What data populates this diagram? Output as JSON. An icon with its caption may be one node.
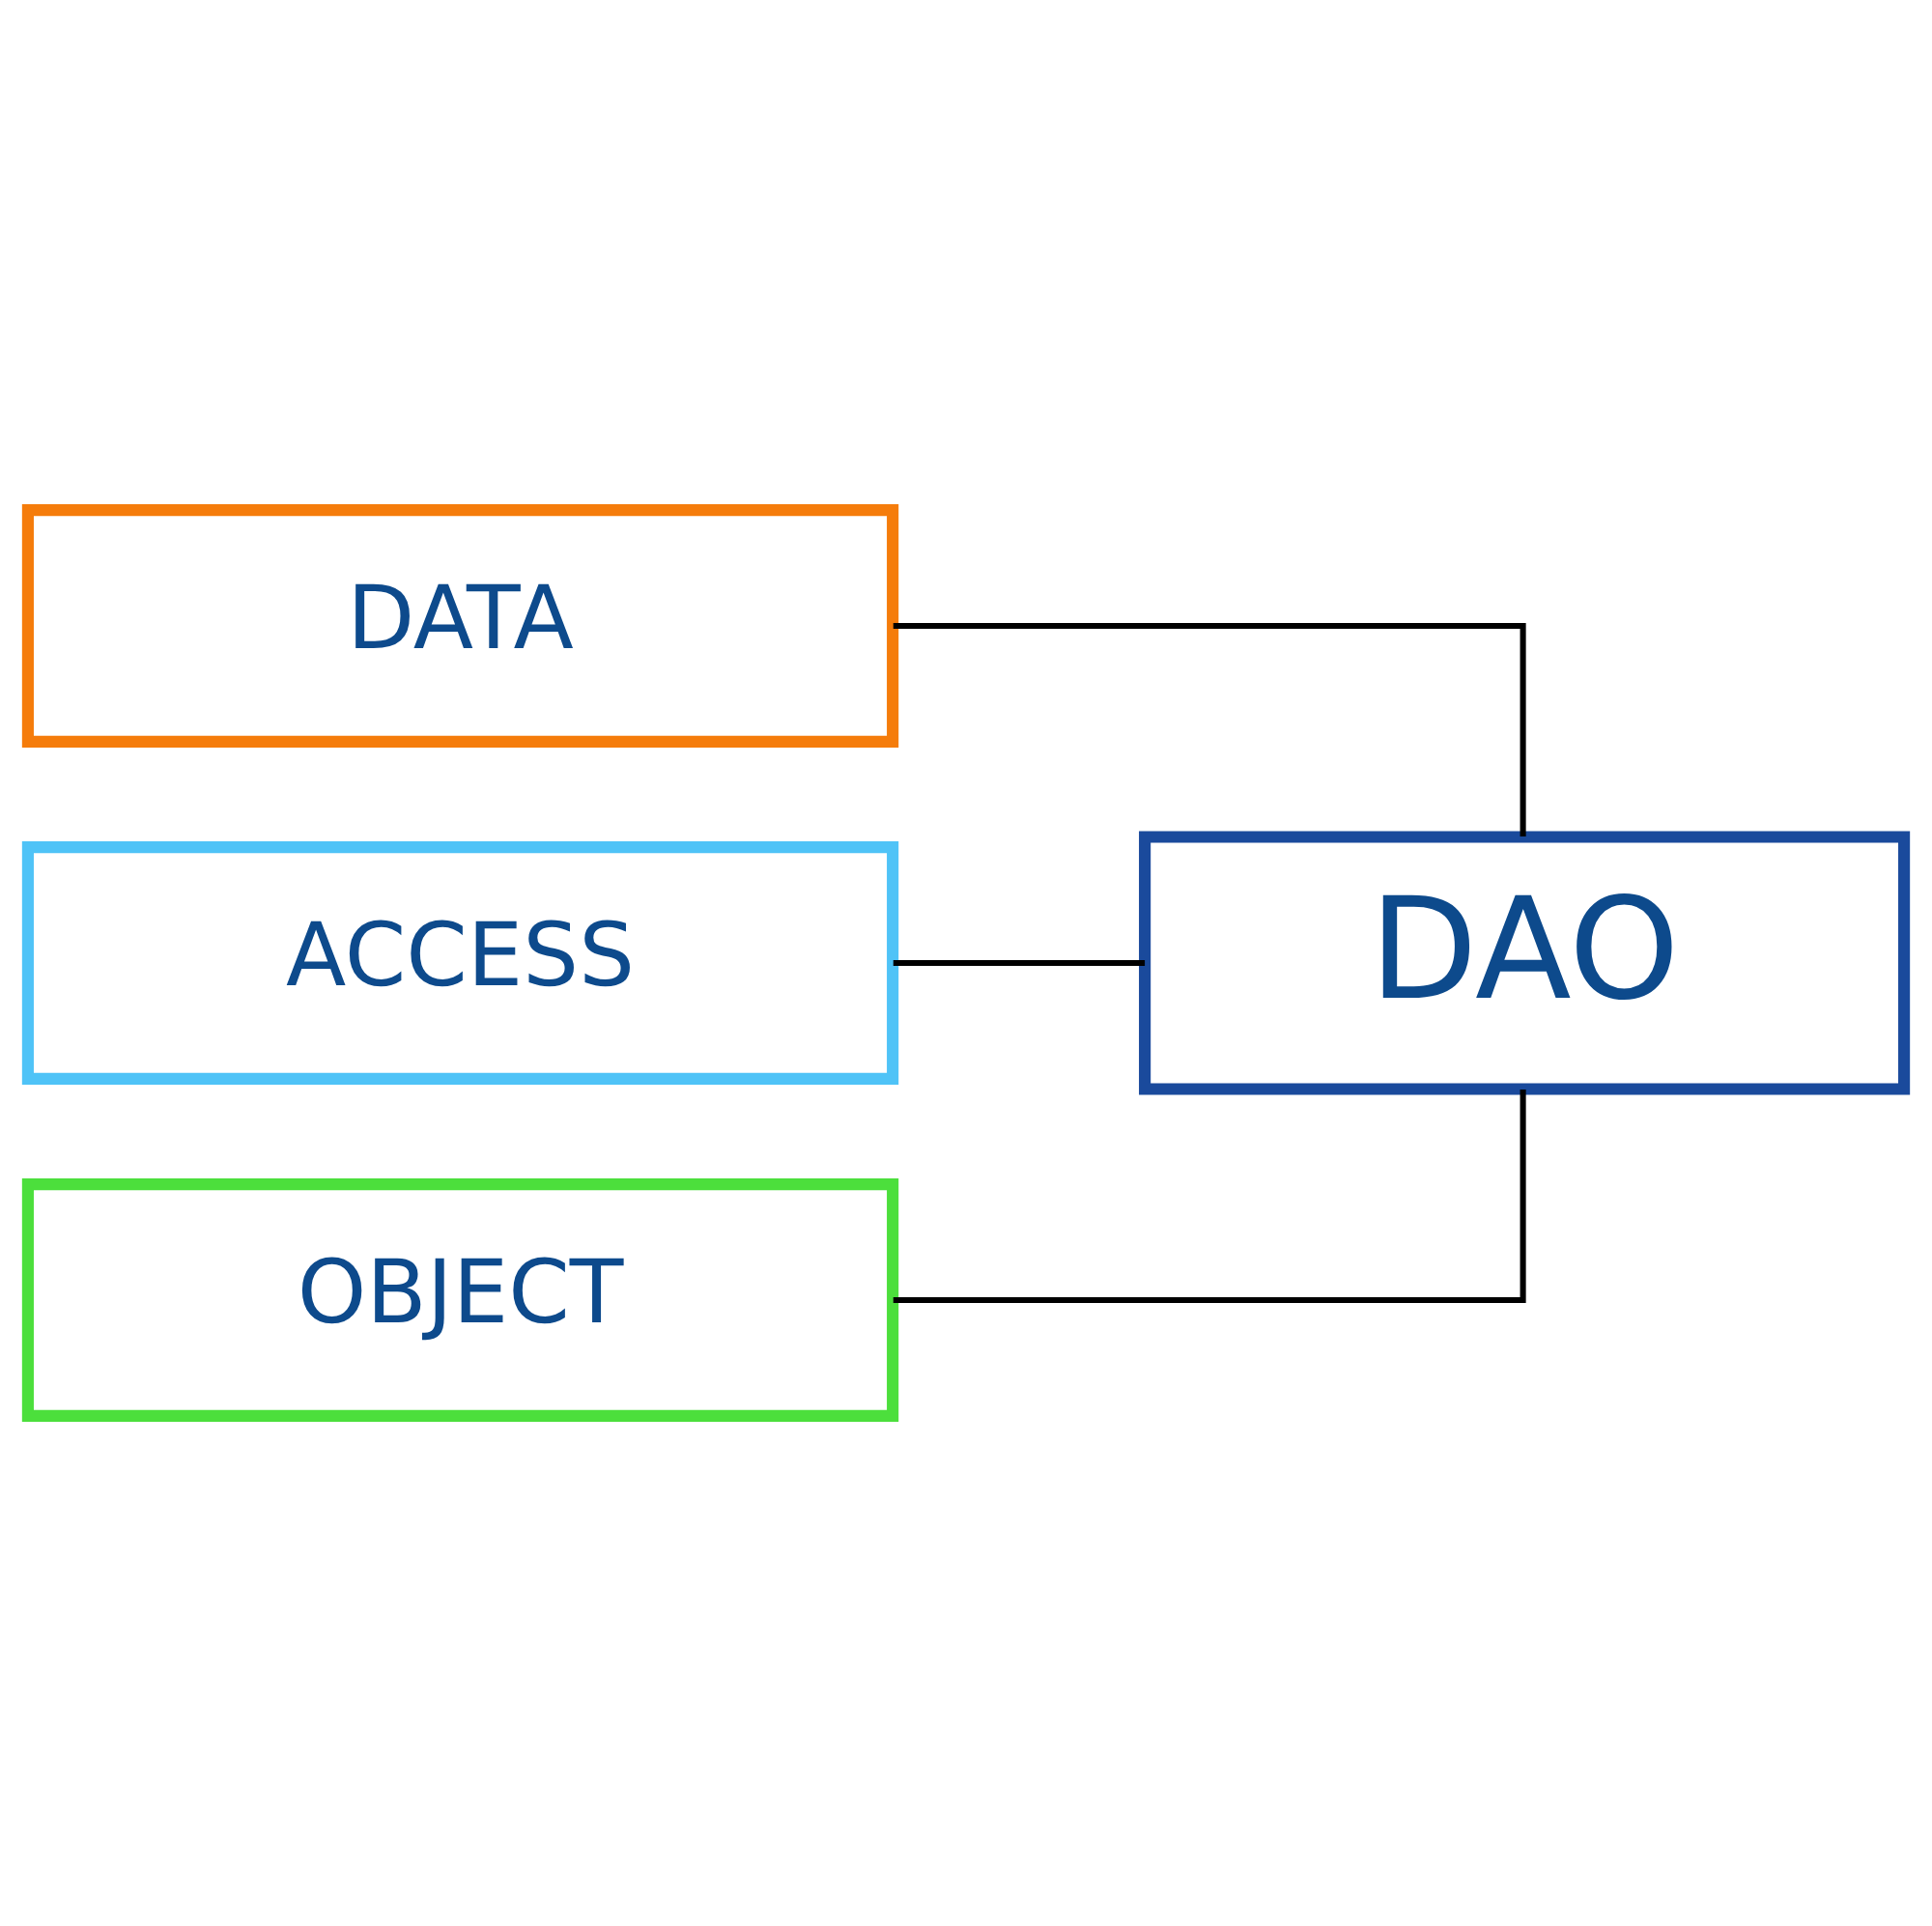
{
  "diagram": {
    "nodes": [
      {
        "text": [
          "DAO"
        ]
      },
      {
        "text": [
          "DATA"
        ]
      },
      {
        "text": [
          "ACCESS"
        ]
      },
      {
        "text": [
          "OBJECT"
        ]
      }
    ],
    "edges": [
      {
        "from": 0,
        "to": 1,
        "arrow": "none"
      },
      {
        "from": 0,
        "to": 2,
        "arrow": "none"
      },
      {
        "from": 0,
        "to": 3,
        "arrow": "none"
      }
    ]
  }
}
